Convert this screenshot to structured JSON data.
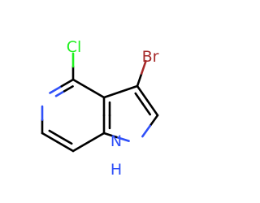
{
  "molecule": {
    "atoms": [
      {
        "id": "c4",
        "symbol": "C"
      },
      {
        "id": "c3a",
        "symbol": "C"
      },
      {
        "id": "c7a",
        "symbol": "C"
      },
      {
        "id": "c7",
        "symbol": "C"
      },
      {
        "id": "c6",
        "symbol": "C"
      },
      {
        "id": "n5",
        "symbol": "N"
      },
      {
        "id": "c3",
        "symbol": "C"
      },
      {
        "id": "c2",
        "symbol": "C"
      },
      {
        "id": "n1",
        "symbol": "N",
        "label": "N",
        "label_h": "H"
      },
      {
        "id": "cl",
        "symbol": "Cl",
        "label": "Cl"
      },
      {
        "id": "br",
        "symbol": "Br",
        "label": "Br"
      }
    ],
    "bonds": [
      {
        "a": "c4",
        "b": "c3a",
        "order": 1
      },
      {
        "a": "c3a",
        "b": "c7a",
        "order": 2
      },
      {
        "a": "c7a",
        "b": "c7",
        "order": 1
      },
      {
        "a": "c7",
        "b": "c6",
        "order": 2
      },
      {
        "a": "c6",
        "b": "n5",
        "order": 1
      },
      {
        "a": "n5",
        "b": "c4",
        "order": 2
      },
      {
        "a": "c3a",
        "b": "c3",
        "order": 1
      },
      {
        "a": "c3",
        "b": "c2",
        "order": 2
      },
      {
        "a": "c2",
        "b": "n1",
        "order": 1
      },
      {
        "a": "n1",
        "b": "c7a",
        "order": 1
      },
      {
        "a": "c4",
        "b": "cl",
        "order": 1
      },
      {
        "a": "c3",
        "b": "br",
        "order": 1
      }
    ]
  },
  "colors": {
    "carbon_bond": "#000000",
    "nitrogen": "#3050F8",
    "chlorine": "#1FF01F",
    "bromine": "#A62929"
  }
}
